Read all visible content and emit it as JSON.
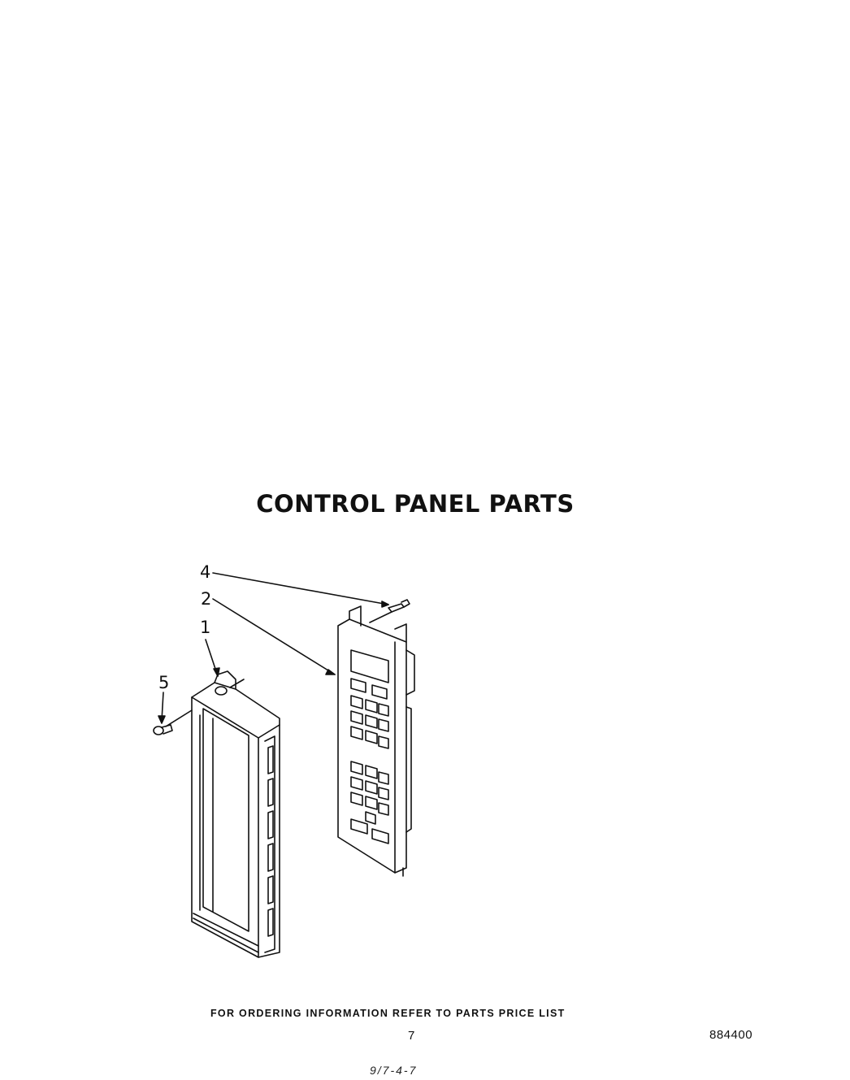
{
  "title": "CONTROL PANEL PARTS",
  "callouts": {
    "c1": "1",
    "c2": "2",
    "c4": "4",
    "c5": "5"
  },
  "footer": {
    "ordering_note": "FOR ORDERING INFORMATION REFER TO PARTS PRICE LIST",
    "page_number": "7",
    "document_number": "884400",
    "handwritten_mark": "9/7-4-7"
  },
  "icons": [
    "screw-icon",
    "control-panel-frame-icon",
    "touchpad-panel-icon"
  ]
}
